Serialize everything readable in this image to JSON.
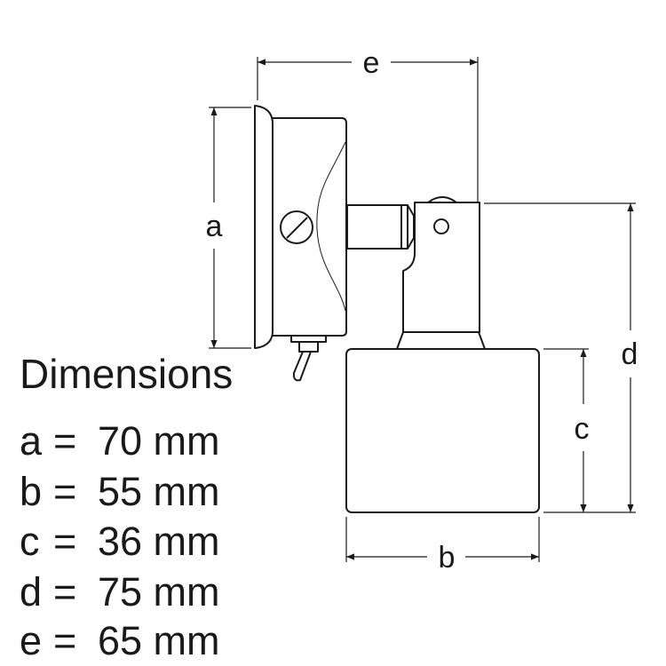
{
  "title": "Dimensions",
  "dimension_labels": {
    "a": "a",
    "b": "b",
    "c": "c",
    "d": "d",
    "e": "e"
  },
  "dimensions": [
    {
      "label": "a",
      "eq": "=",
      "value": "70 mm"
    },
    {
      "label": "b",
      "eq": "=",
      "value": "55 mm"
    },
    {
      "label": "c",
      "eq": "=",
      "value": "36 mm"
    },
    {
      "label": "d",
      "eq": "=",
      "value": "75 mm"
    },
    {
      "label": "e",
      "eq": "=",
      "value": "65 mm"
    }
  ]
}
